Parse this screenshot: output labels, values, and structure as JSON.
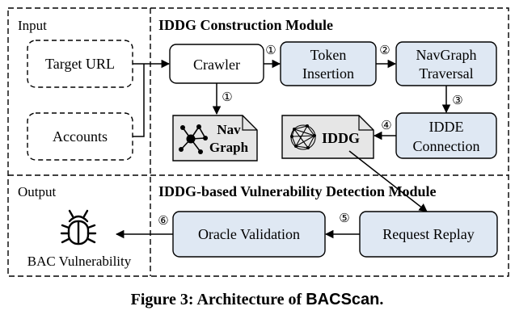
{
  "regions": {
    "input_label": "Input",
    "output_label": "Output",
    "construction_title": "IDDG Construction Module",
    "detection_title": "IDDG-based Vulnerability Detection Module"
  },
  "inputs": {
    "target_url": "Target URL",
    "accounts": "Accounts"
  },
  "modules": {
    "crawler": "Crawler",
    "token_insertion": [
      "Token",
      "Insertion"
    ],
    "navgraph_traversal": [
      "NavGraph",
      "Traversal"
    ],
    "idde_connection": [
      "IDDE",
      "Connection"
    ],
    "request_replay": "Request Replay",
    "oracle_validation": "Oracle Validation"
  },
  "artifacts": {
    "nav_graph": [
      "Nav",
      "Graph"
    ],
    "iddg": "IDDG"
  },
  "step_markers": [
    "①",
    "②",
    "③",
    "④",
    "⑤",
    "⑥",
    "①"
  ],
  "output": {
    "vulnerability": "BAC Vulnerability",
    "icon": "bug-icon"
  },
  "caption": {
    "prefix": "Figure 3: Architecture of ",
    "tool": "BACScan",
    "suffix": "."
  },
  "colors": {
    "module_fill": "#dfe8f3",
    "artifact_fill": "#e6e6e6",
    "stroke": "#000000"
  }
}
